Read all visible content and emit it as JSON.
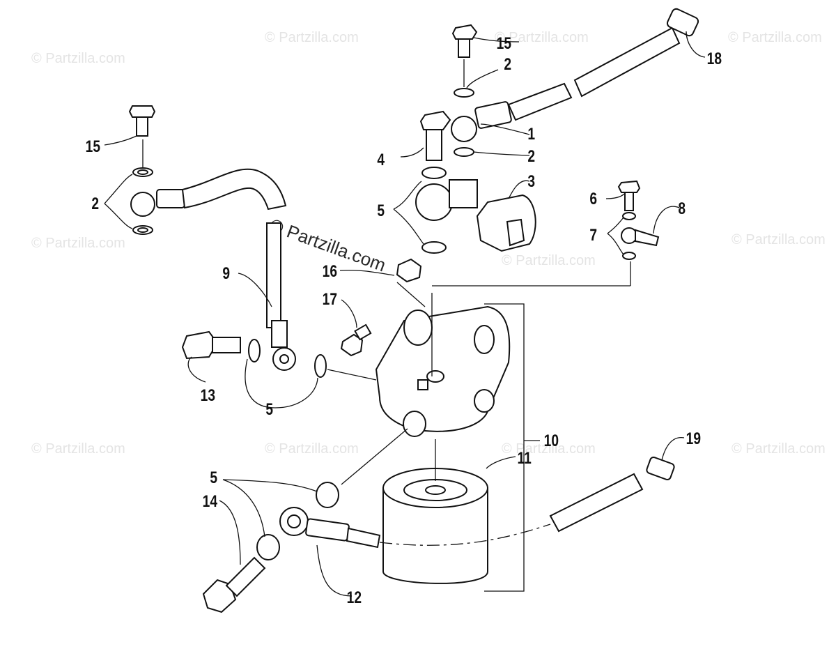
{
  "watermark": {
    "repeat_text": "© Partzilla.com",
    "center_text": "© Partzilla.com"
  },
  "callouts": {
    "c1": "1",
    "c2a": "2",
    "c2b": "2",
    "c2c": "2",
    "c3": "3",
    "c4": "4",
    "c5a": "5",
    "c5b": "5",
    "c5c": "5",
    "c6": "6",
    "c7": "7",
    "c8": "8",
    "c9": "9",
    "c10": "10",
    "c11": "11",
    "c12": "12",
    "c13": "13",
    "c14": "14",
    "c15a": "15",
    "c15b": "15",
    "c16": "16",
    "c17": "17",
    "c18": "18",
    "c19": "19"
  }
}
